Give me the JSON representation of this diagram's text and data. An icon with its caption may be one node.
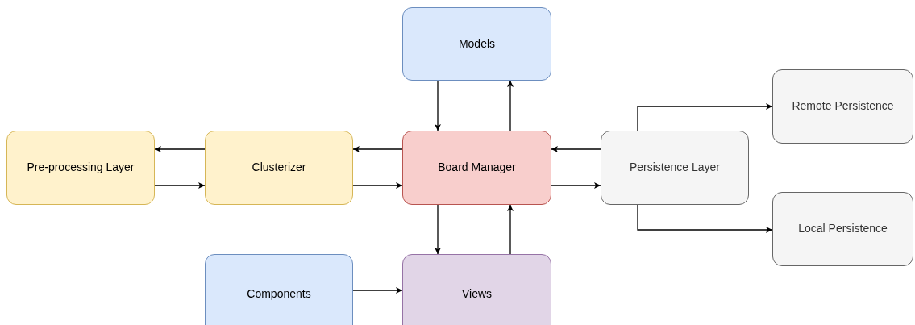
{
  "diagram": {
    "nodes": [
      {
        "text": [
          "Models"
        ]
      },
      {
        "text": [
          "Remote Persistence"
        ]
      },
      {
        "text": [
          "Pre-processing Layer"
        ]
      },
      {
        "text": [
          "Clusterizer"
        ]
      },
      {
        "text": [
          "Board Manager"
        ]
      },
      {
        "text": [
          "Persistence Layer"
        ]
      },
      {
        "text": [
          "Local Persistence"
        ]
      },
      {
        "text": [
          "Components"
        ]
      },
      {
        "text": [
          "Views"
        ]
      }
    ],
    "edges": [
      {
        "from": 0,
        "to": 4,
        "arrow": "to"
      },
      {
        "from": 4,
        "to": 0,
        "arrow": "to"
      },
      {
        "from": 3,
        "to": 2,
        "arrow": "to"
      },
      {
        "from": 2,
        "to": 3,
        "arrow": "to"
      },
      {
        "from": 4,
        "to": 3,
        "arrow": "to"
      },
      {
        "from": 3,
        "to": 4,
        "arrow": "to"
      },
      {
        "from": 5,
        "to": 4,
        "arrow": "to"
      },
      {
        "from": 4,
        "to": 5,
        "arrow": "to"
      },
      {
        "from": 5,
        "to": 1,
        "arrow": "to"
      },
      {
        "from": 5,
        "to": 6,
        "arrow": "to"
      },
      {
        "from": 4,
        "to": 8,
        "arrow": "to"
      },
      {
        "from": 8,
        "to": 4,
        "arrow": "to"
      },
      {
        "from": 7,
        "to": 8,
        "arrow": "to"
      }
    ]
  }
}
